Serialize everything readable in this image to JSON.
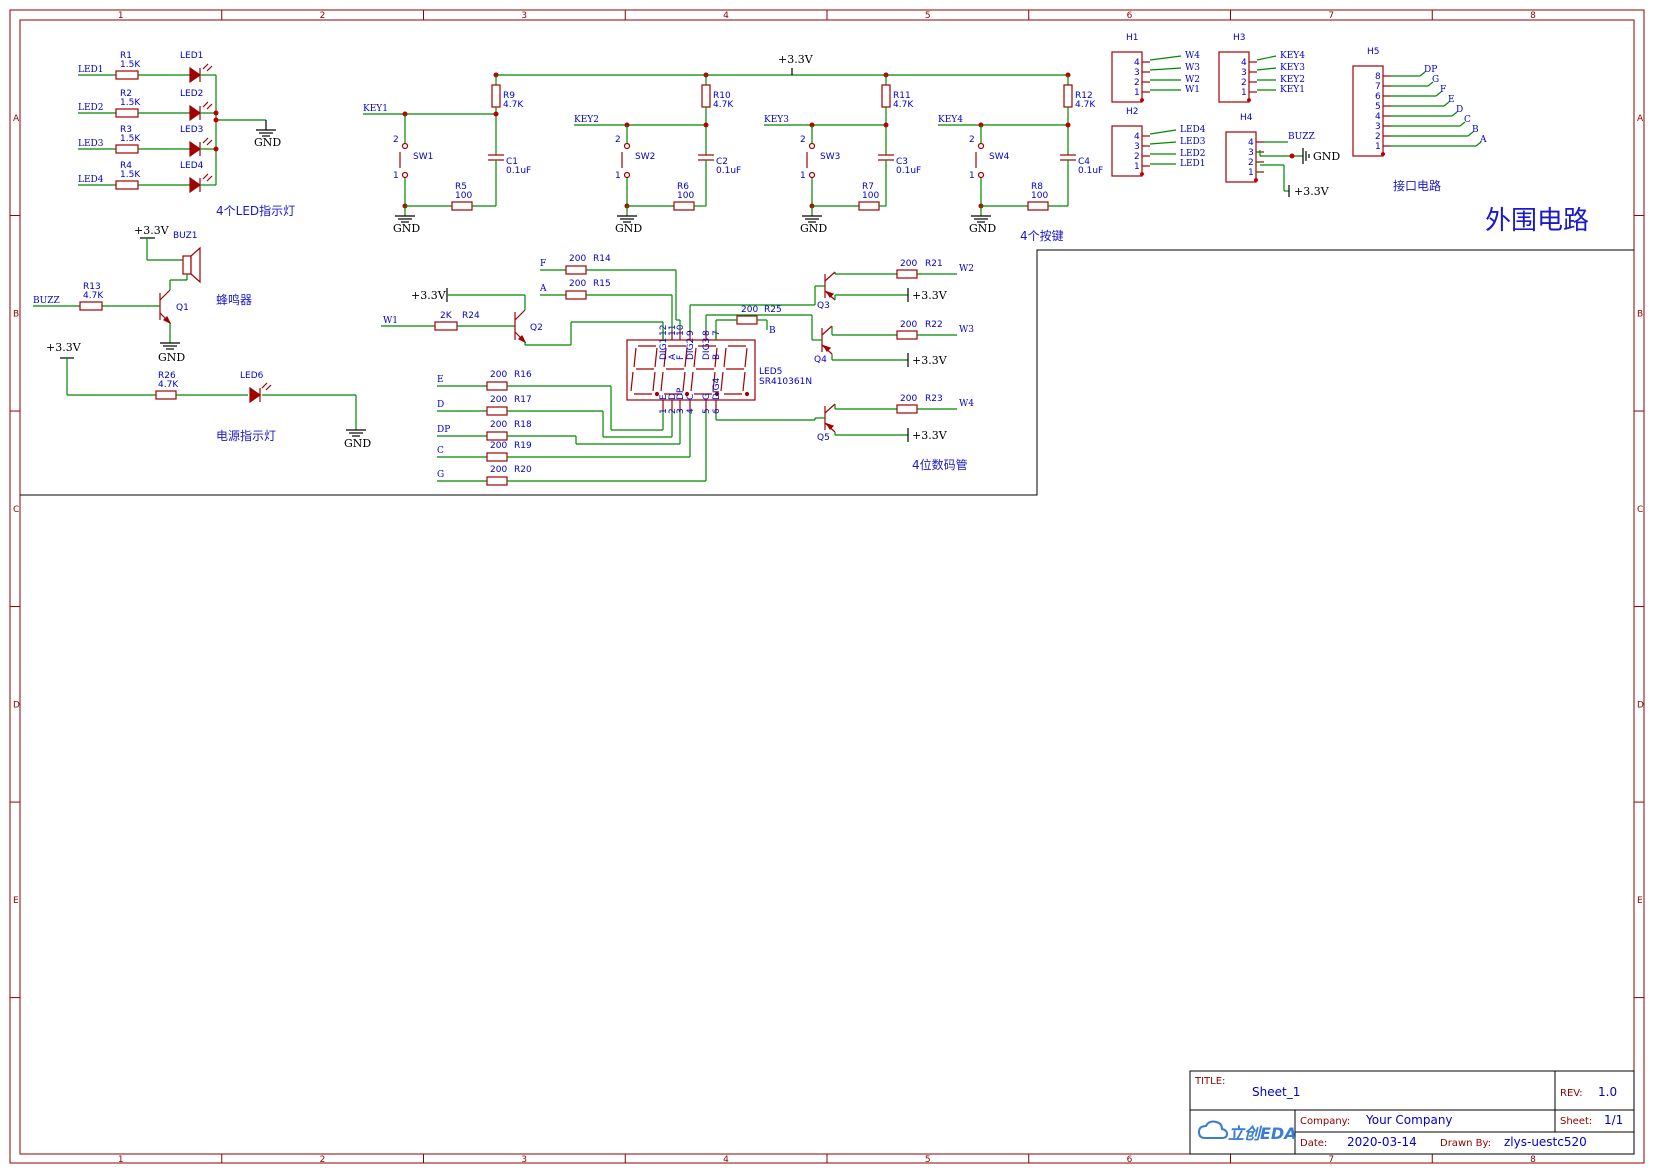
{
  "frame": {
    "cols": [
      "1",
      "2",
      "3",
      "4",
      "5",
      "6",
      "7",
      "8"
    ],
    "rows": [
      "A",
      "B",
      "C",
      "D",
      "E"
    ]
  },
  "sections": {
    "led": "4个LED指示灯",
    "keys": "4个按键",
    "buzzer": "蜂鸣器",
    "power": "电源指示灯",
    "display": "4位数码管",
    "interface": "接口电路",
    "title": "外围电路"
  },
  "power": {
    "v33": "+3.3V",
    "gnd": "GND"
  },
  "leds": [
    {
      "net": "LED1",
      "ref": "R1",
      "val": "1.5K",
      "led": "LED1"
    },
    {
      "net": "LED2",
      "ref": "R2",
      "val": "1.5K",
      "led": "LED2"
    },
    {
      "net": "LED3",
      "ref": "R3",
      "val": "1.5K",
      "led": "LED3"
    },
    {
      "net": "LED4",
      "ref": "R4",
      "val": "1.5K",
      "led": "LED4"
    }
  ],
  "keys": [
    {
      "net": "KEY1",
      "pull": "R9",
      "pullval": "4.7K",
      "sw": "SW1",
      "r": "R5",
      "rval": "100",
      "cap": "C1",
      "capval": "0.1uF"
    },
    {
      "net": "KEY2",
      "pull": "R10",
      "pullval": "4.7K",
      "sw": "SW2",
      "r": "R6",
      "rval": "100",
      "cap": "C2",
      "capval": "0.1uF"
    },
    {
      "net": "KEY3",
      "pull": "R11",
      "pullval": "4.7K",
      "sw": "SW3",
      "r": "R7",
      "rval": "100",
      "cap": "C3",
      "capval": "0.1uF"
    },
    {
      "net": "KEY4",
      "pull": "R12",
      "pullval": "4.7K",
      "sw": "SW4",
      "r": "R8",
      "rval": "100",
      "cap": "C4",
      "capval": "0.1uF"
    }
  ],
  "buzzer": {
    "ref": "BUZ1",
    "net": "BUZZ",
    "r": "R13",
    "rval": "4.7K",
    "q": "Q1"
  },
  "pled": {
    "r": "R26",
    "rval": "4.7K",
    "led": "LED6"
  },
  "display": {
    "ref": "LED5",
    "part": "SR410361N",
    "top_pins": [
      "12",
      "11",
      "10",
      "9",
      "8",
      "7"
    ],
    "top_names": [
      "DIG1",
      "A",
      "F",
      "DIG2",
      "DIG3",
      "B"
    ],
    "bot_pins": [
      "1",
      "2",
      "3",
      "4",
      "5",
      "6"
    ],
    "bot_names": [
      "E",
      "D",
      "DP",
      "C",
      "G",
      "DIG4"
    ],
    "seg_res": [
      {
        "net": "F",
        "val": "200",
        "ref": "R14"
      },
      {
        "net": "A",
        "val": "200",
        "ref": "R15"
      },
      {
        "net": "E",
        "val": "200",
        "ref": "R16"
      },
      {
        "net": "D",
        "val": "200",
        "ref": "R17"
      },
      {
        "net": "DP",
        "val": "200",
        "ref": "R18"
      },
      {
        "net": "C",
        "val": "200",
        "ref": "R19"
      },
      {
        "net": "G",
        "val": "200",
        "ref": "R20"
      }
    ],
    "r25": {
      "val": "200",
      "ref": "R25",
      "net": "B"
    },
    "w1": {
      "net": "W1",
      "val": "2K",
      "ref": "R24",
      "q": "Q2"
    },
    "drivers": [
      {
        "q": "Q3",
        "val": "200",
        "ref": "R21",
        "net": "W2"
      },
      {
        "q": "Q4",
        "val": "200",
        "ref": "R22",
        "net": "W3"
      },
      {
        "q": "Q5",
        "val": "200",
        "ref": "R23",
        "net": "W4"
      }
    ]
  },
  "headers": {
    "H1": {
      "ref": "H1",
      "pins": [
        "4",
        "3",
        "2",
        "1"
      ],
      "nets": [
        "W4",
        "W3",
        "W2",
        "W1"
      ]
    },
    "H2": {
      "ref": "H2",
      "pins": [
        "4",
        "3",
        "2",
        "1"
      ],
      "nets": [
        "LED4",
        "LED3",
        "LED2",
        "LED1"
      ]
    },
    "H3": {
      "ref": "H3",
      "pins": [
        "4",
        "3",
        "2",
        "1"
      ],
      "nets": [
        "KEY4",
        "KEY3",
        "KEY2",
        "KEY1"
      ]
    },
    "H4": {
      "ref": "H4",
      "pins": [
        "4",
        "3",
        "2",
        "1"
      ],
      "nets": [
        "BUZZ"
      ]
    },
    "H5": {
      "ref": "H5",
      "pins": [
        "8",
        "7",
        "6",
        "5",
        "4",
        "3",
        "2",
        "1"
      ],
      "nets": [
        "DP",
        "G",
        "F",
        "E",
        "D",
        "C",
        "B",
        "A"
      ]
    }
  },
  "titleblock": {
    "title_label": "TITLE:",
    "title": "Sheet_1",
    "rev_label": "REV:",
    "rev": "1.0",
    "company_label": "Company:",
    "company": "Your Company",
    "sheet_label": "Sheet:",
    "sheet": "1/1",
    "date_label": "Date:",
    "date": "2020-03-14",
    "drawn_label": "Drawn By:",
    "drawn": "zlys-uestc520",
    "logo": "立创EDA"
  }
}
